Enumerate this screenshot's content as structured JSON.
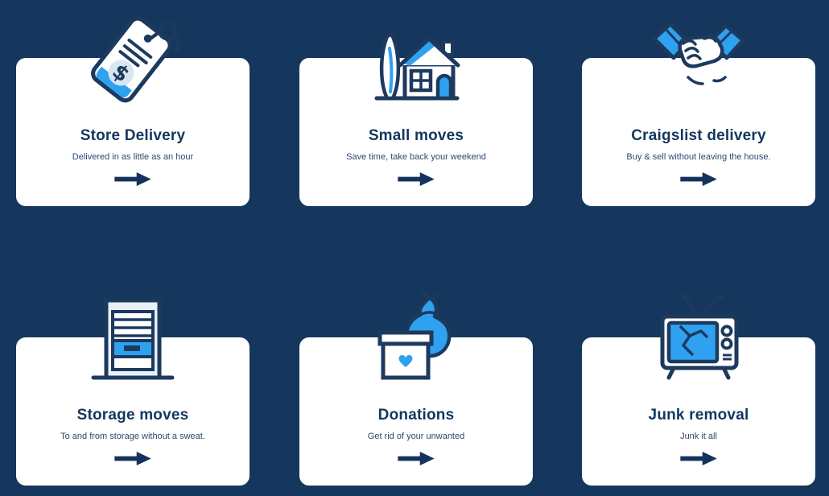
{
  "page": {
    "background_color": "#15375e",
    "card_color": "#ffffff",
    "accent_blue": "#2fa1f1",
    "navy_ink": "#14375e"
  },
  "cards": [
    {
      "title": "Store Delivery",
      "subtitle": "Delivered in as little as an hour",
      "icon": "price-tag-icon"
    },
    {
      "title": "Small moves",
      "subtitle": "Save time, take back your weekend",
      "icon": "house-icon"
    },
    {
      "title": "Craigslist delivery",
      "subtitle": "Buy & sell without leaving the house.",
      "icon": "handshake-icon"
    },
    {
      "title": "Storage moves",
      "subtitle": "To and from storage without a sweat.",
      "icon": "storage-unit-icon"
    },
    {
      "title": "Donations",
      "subtitle": "Get rid of your unwanted",
      "icon": "donation-box-icon"
    },
    {
      "title": "Junk removal",
      "subtitle": "Junk it all",
      "icon": "tv-icon"
    }
  ]
}
